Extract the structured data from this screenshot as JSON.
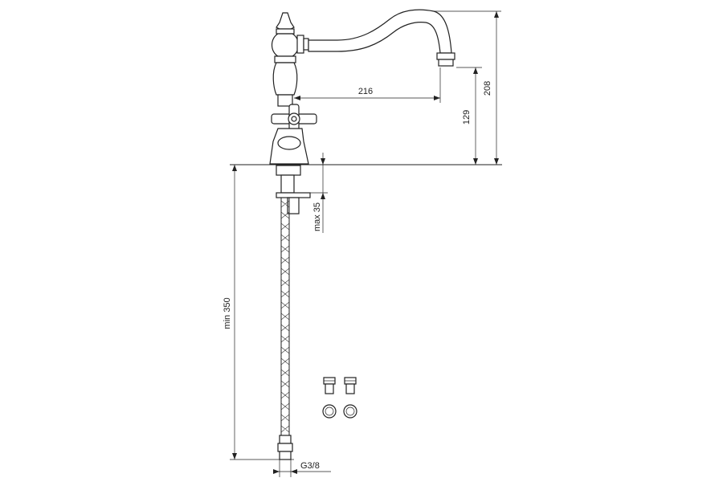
{
  "dimensions": {
    "spout_reach": "216",
    "spout_outlet_height": "129",
    "overall_height": "208",
    "max_deck_thickness": "max 35",
    "min_hose_length": "min 350",
    "thread_size": "G3/8"
  },
  "accessories": {
    "nut_icon": "nut-icon",
    "washer_icon": "washer-icon"
  }
}
